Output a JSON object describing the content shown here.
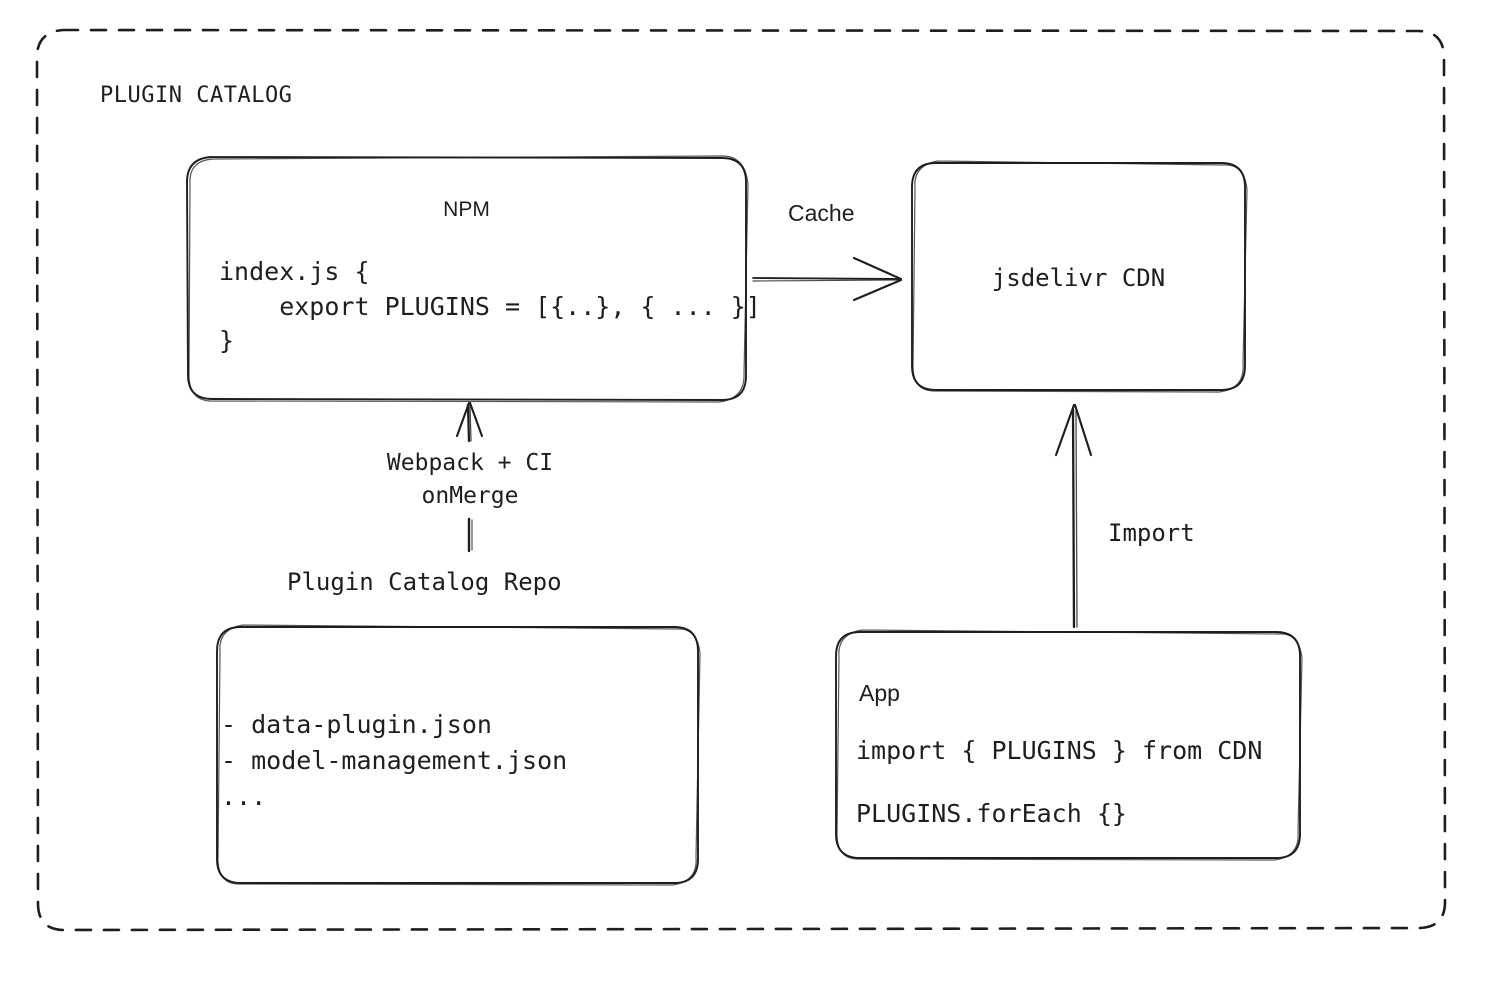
{
  "diagram": {
    "title": "PLUGIN CATALOG",
    "style": {
      "stroke_color": "#1e1e1e",
      "background_color": "#ffffff",
      "container_border": "dashed"
    }
  },
  "nodes": {
    "npm": {
      "title": "NPM",
      "code_lines": [
        "index.js {",
        "    export PLUGINS = [{..}, { ... }]",
        "}"
      ],
      "code_text": "index.js {\n    export PLUGINS = [{..}, { ... }]\n}"
    },
    "cdn": {
      "title": "jsdelivr CDN"
    },
    "repo": {
      "caption": "Plugin Catalog Repo",
      "items": [
        "- data-plugin.json",
        "- model-management.json",
        "..."
      ],
      "items_text": "- data-plugin.json\n- model-management.json\n..."
    },
    "app": {
      "title": "App",
      "import_line": "import { PLUGINS } from CDN",
      "foreach_line": "PLUGINS.forEach {}"
    }
  },
  "edges": {
    "cache": {
      "label": "Cache",
      "from": "npm",
      "to": "cdn",
      "direction": "right"
    },
    "webpack": {
      "label": "Webpack + CI\nonMerge",
      "label_line1": "Webpack + CI",
      "label_line2": "onMerge",
      "from": "repo",
      "to": "npm",
      "direction": "up"
    },
    "import": {
      "label": "Import",
      "from": "app",
      "to": "cdn",
      "direction": "up"
    }
  }
}
